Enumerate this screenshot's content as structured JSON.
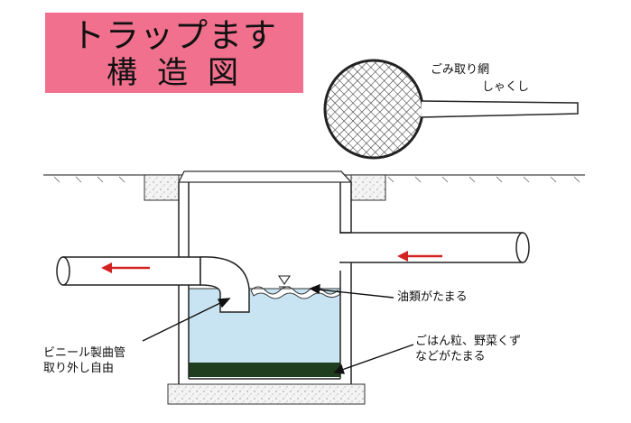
{
  "title": {
    "line1": "トラップます",
    "line2": "構造図"
  },
  "labels": {
    "net_line1": "ごみ取り網",
    "net_line2": "しゃくし",
    "oil": "油類がたまる",
    "pipe_line1": "ビニール製曲管",
    "pipe_line2": "取り外し自由",
    "sediment_line1": "ごはん粒、野菜くず",
    "sediment_line2": "などがたまる"
  },
  "colors": {
    "title_bg": "#f0708e",
    "water": "#c8e4f2",
    "sediment": "#1f3d1f",
    "flow_arrow": "#d42222",
    "outline": "#222222"
  },
  "icons": [
    "net-ladle-icon",
    "water-level-triangle-icon",
    "flow-arrow-icon"
  ]
}
